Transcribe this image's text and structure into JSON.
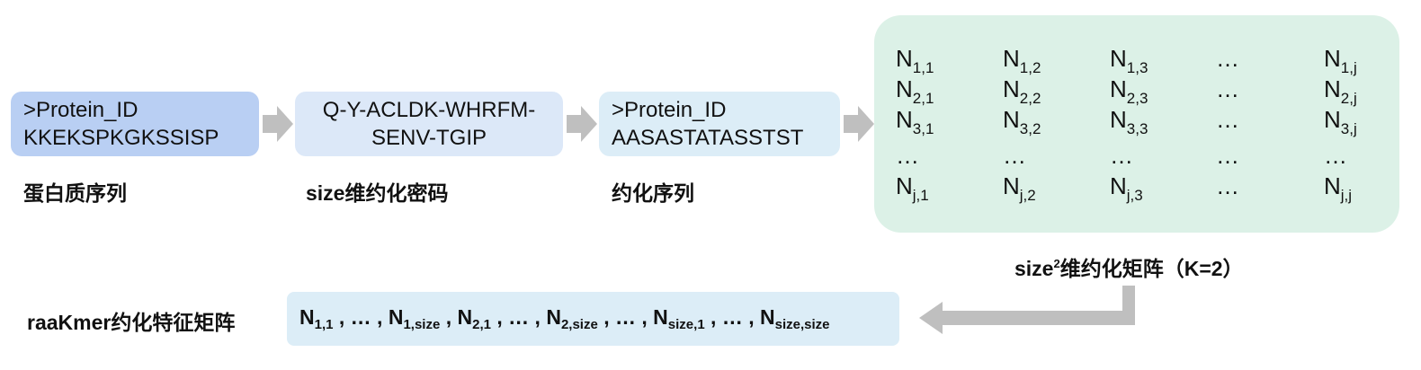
{
  "steps": [
    {
      "line1": ">Protein_ID",
      "line2": "KKEKSPKGKSSISP",
      "caption": "蛋白质序列"
    },
    {
      "line1": "Q-Y-ACLDK-WHRFM-",
      "line2": "SENV-TGIP",
      "caption": "size维约化密码"
    },
    {
      "line1": ">Protein_ID",
      "line2": "AASASTATASSTST",
      "caption": "约化序列"
    }
  ],
  "matrix": {
    "caption_prefix": "size",
    "caption_sup": "2",
    "caption_suffix": "维约化矩阵（K=2）",
    "rows": [
      [
        {
          "t": "N",
          "s": "1,1"
        },
        {
          "t": "N",
          "s": "1,2"
        },
        {
          "t": "N",
          "s": "1,3"
        },
        {
          "t": "…",
          "s": ""
        },
        {
          "t": "N",
          "s": "1,j"
        }
      ],
      [
        {
          "t": "N",
          "s": "2,1"
        },
        {
          "t": "N",
          "s": "2,2"
        },
        {
          "t": "N",
          "s": "2,3"
        },
        {
          "t": "…",
          "s": ""
        },
        {
          "t": "N",
          "s": "2,j"
        }
      ],
      [
        {
          "t": "N",
          "s": "3,1"
        },
        {
          "t": "N",
          "s": "3,2"
        },
        {
          "t": "N",
          "s": "3,3"
        },
        {
          "t": "…",
          "s": ""
        },
        {
          "t": "N",
          "s": "3,j"
        }
      ],
      [
        {
          "t": "…",
          "s": ""
        },
        {
          "t": "…",
          "s": ""
        },
        {
          "t": "…",
          "s": ""
        },
        {
          "t": "…",
          "s": ""
        },
        {
          "t": "…",
          "s": ""
        }
      ],
      [
        {
          "t": "N",
          "s": "j,1"
        },
        {
          "t": "N",
          "s": "j,2"
        },
        {
          "t": "N",
          "s": "j,3"
        },
        {
          "t": "…",
          "s": ""
        },
        {
          "t": "N",
          "s": "j,j"
        }
      ]
    ]
  },
  "feature": {
    "caption": "raaKmer约化特征矩阵",
    "items": [
      {
        "t": "N",
        "s": "1,1"
      },
      {
        "t": "…",
        "s": ""
      },
      {
        "t": "N",
        "s": "1,size"
      },
      {
        "t": "N",
        "s": "2,1"
      },
      {
        "t": "…",
        "s": ""
      },
      {
        "t": "N",
        "s": "2,size"
      },
      {
        "t": "…",
        "s": ""
      },
      {
        "t": "N",
        "s": "size,1"
      },
      {
        "t": "…",
        "s": ""
      },
      {
        "t": "N",
        "s": "size,size"
      }
    ]
  },
  "colors": {
    "arrow": "#bfbfbf",
    "protein_box": "#b9cff3",
    "code_box": "#dce8f8",
    "reduced_box": "#dcedf7",
    "matrix_panel": "#dcf1e7"
  }
}
